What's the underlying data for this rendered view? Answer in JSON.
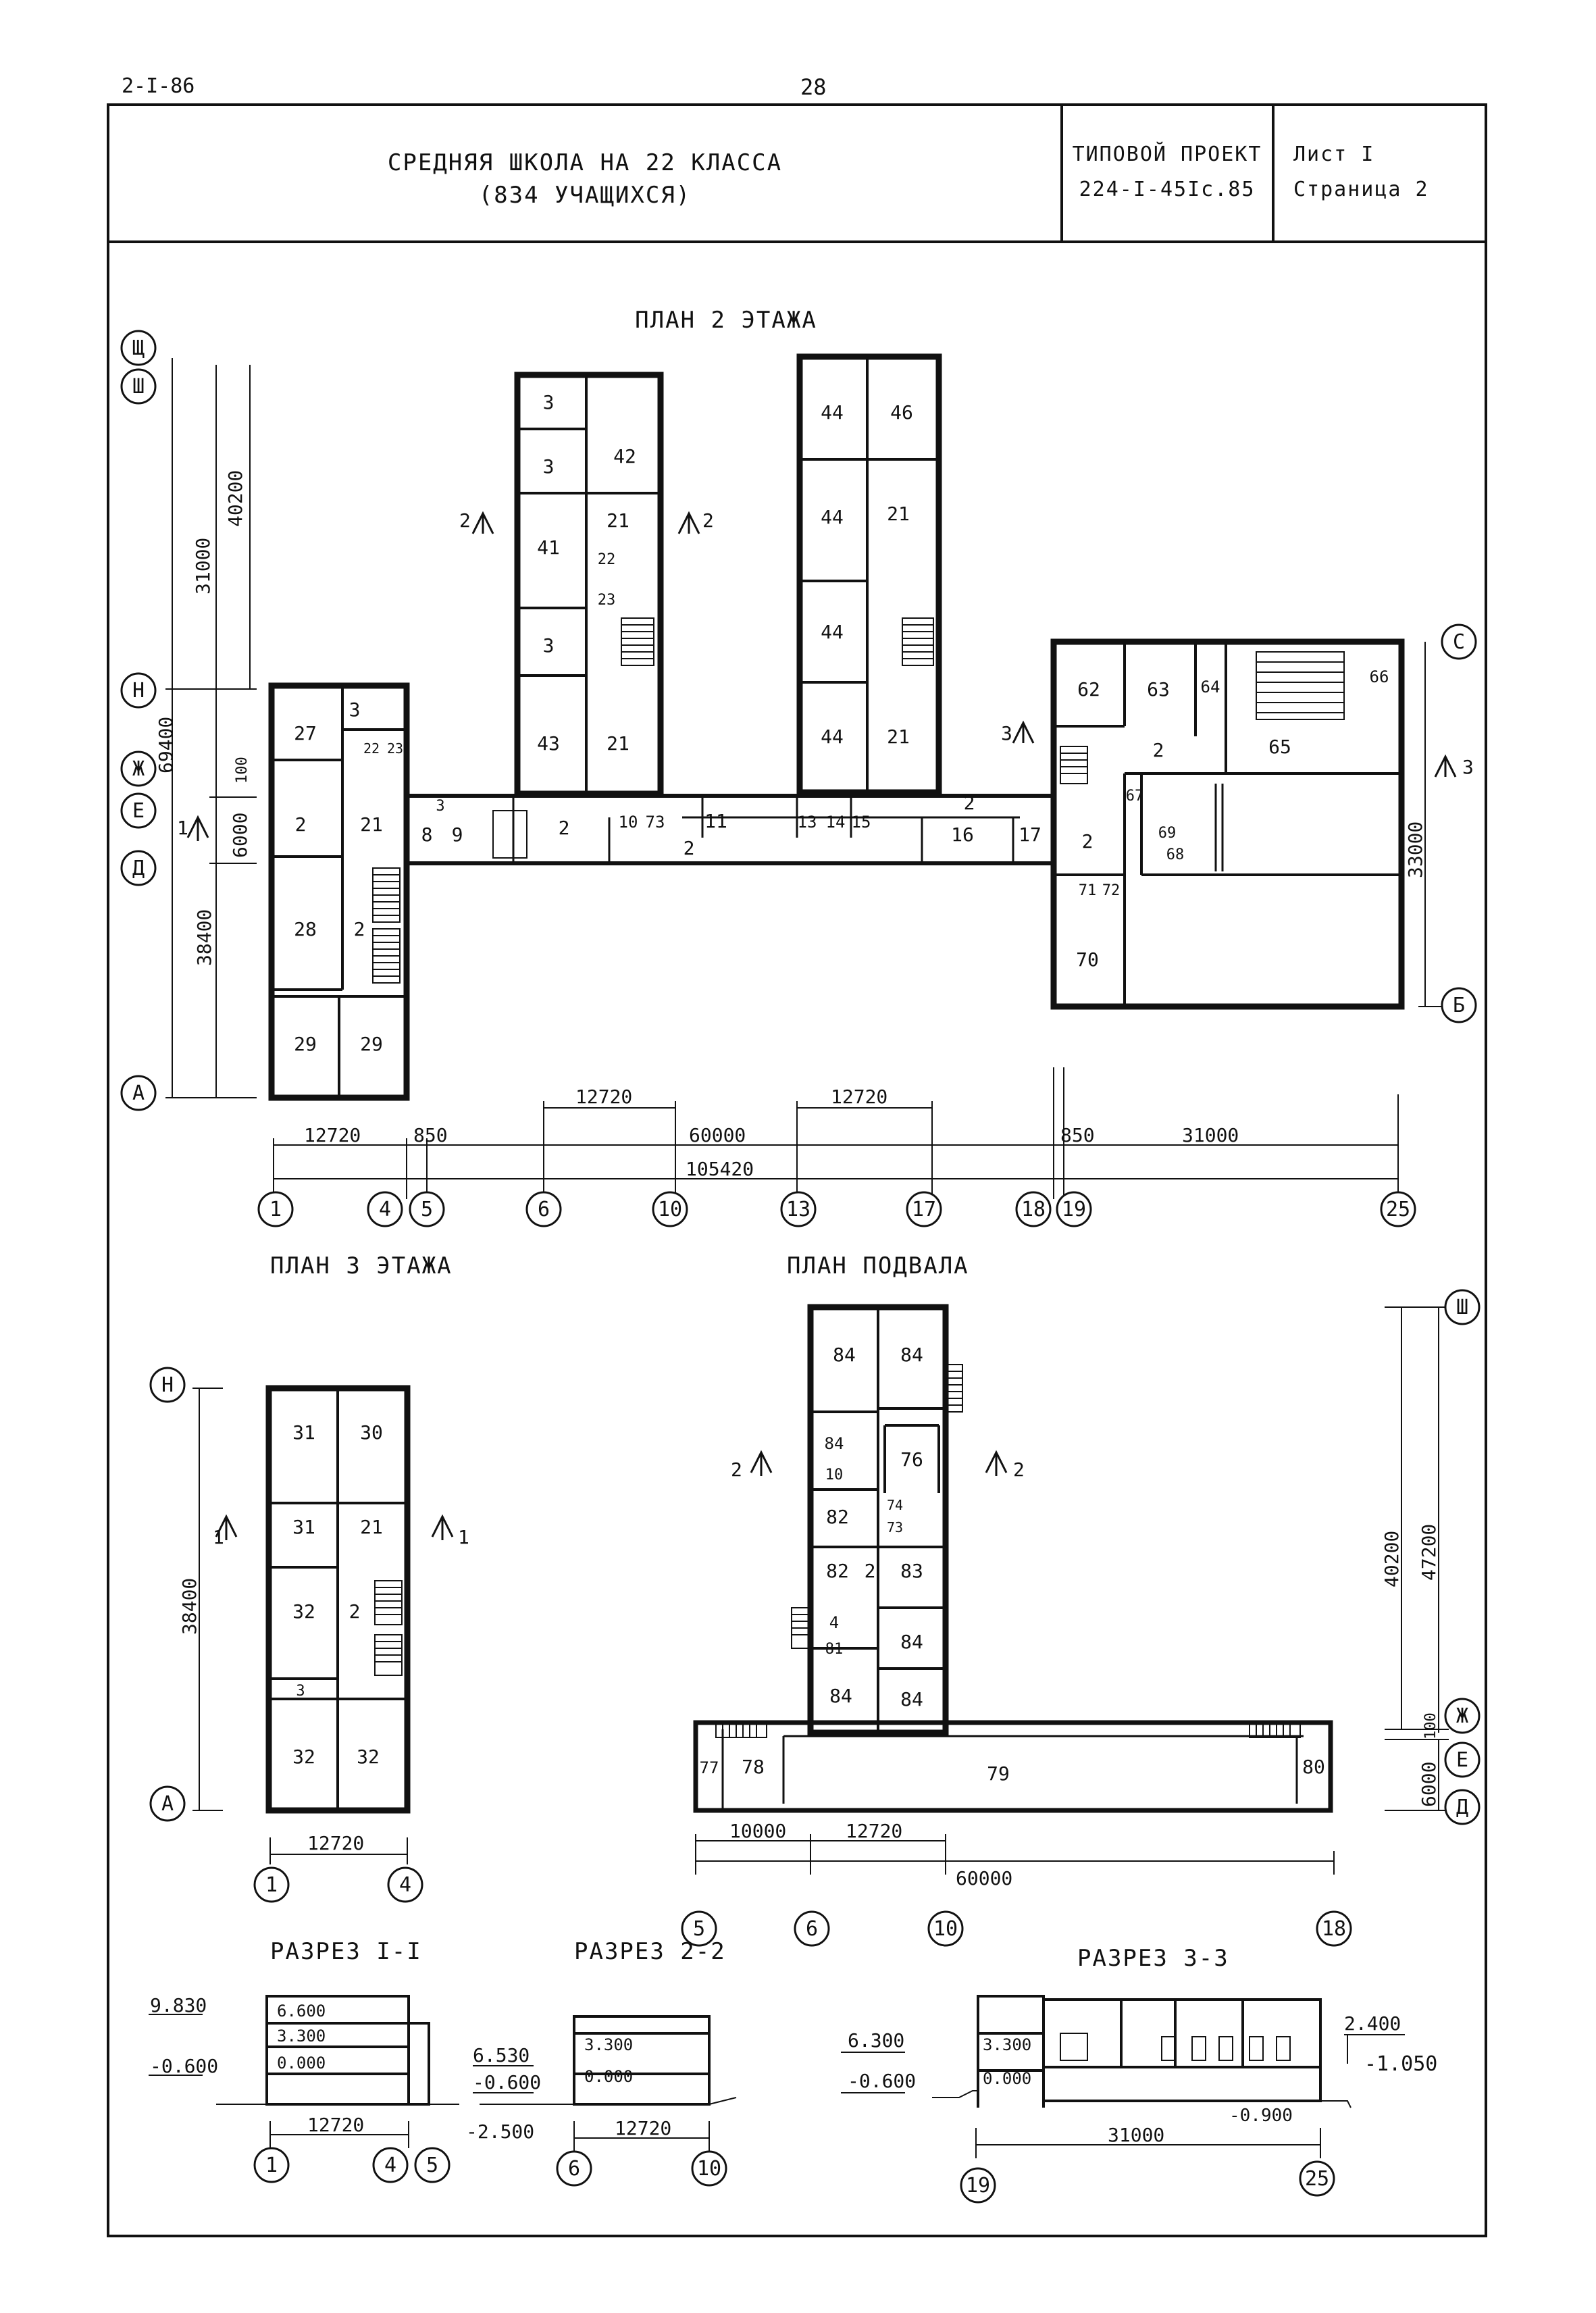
{
  "header": {
    "doc_code": "2-I-86",
    "page_number": "28",
    "title_line1": "СРЕДНЯЯ  ШКОЛА  НА  22  КЛАССА",
    "title_line2": "(834 УЧАЩИХСЯ)",
    "project_line1": "ТИПОВОЙ ПРОЕКТ",
    "project_line2": "224-I-45Iс.85",
    "sheet_line1": "Лист I",
    "sheet_line2": "Страница 2"
  },
  "plans": {
    "floor2": {
      "title": "ПЛАН  2  ЭТАЖА",
      "left_wing_rooms": [
        "27",
        "3",
        "22",
        "23",
        "2",
        "21",
        "28",
        "2",
        "29",
        "29"
      ],
      "wing_a_rooms": [
        "3",
        "3",
        "42",
        "41",
        "21",
        "22",
        "23",
        "3",
        "43",
        "21"
      ],
      "wing_b_rooms": [
        "44",
        "46",
        "44",
        "21",
        "44",
        "44",
        "21"
      ],
      "corridor_rooms": [
        "8",
        "9",
        "3",
        "2",
        "10",
        "73",
        "11",
        "2",
        "13",
        "14",
        "15",
        "16",
        "2",
        "17"
      ],
      "east_block_rooms": [
        "62",
        "63",
        "64",
        "66",
        "65",
        "2",
        "67",
        "69",
        "68",
        "2",
        "71",
        "72",
        "70"
      ],
      "cuts": [
        "2",
        "2",
        "1",
        "3",
        "3"
      ],
      "dims_vertical": [
        "31000",
        "40200",
        "69400",
        "100",
        "6000",
        "38400",
        "33000"
      ],
      "dims_horizontal": [
        "12720",
        "850",
        "12720",
        "60000",
        "12720",
        "850",
        "31000",
        "105420"
      ],
      "axes_horizontal": [
        "1",
        "4",
        "5",
        "6",
        "10",
        "13",
        "17",
        "18",
        "19",
        "25"
      ],
      "axes_vertical": [
        "Щ",
        "Ш",
        "Н",
        "Ж",
        "Е",
        "Д",
        "А",
        "С",
        "Б"
      ]
    },
    "floor3": {
      "title": "ПЛАН  3  ЭТАЖА",
      "rooms": [
        "31",
        "30",
        "31",
        "21",
        "32",
        "2",
        "3",
        "32",
        "32"
      ],
      "cuts": [
        "1",
        "1"
      ],
      "dims": [
        "38400",
        "12720"
      ],
      "axes": [
        "Н",
        "А",
        "1",
        "4"
      ]
    },
    "basement": {
      "title": "ПЛАН  ПОДВАЛА",
      "rooms": [
        "84",
        "84",
        "84",
        "10",
        "76",
        "82",
        "74",
        "73",
        "82",
        "2",
        "83",
        "4",
        "81",
        "84",
        "84",
        "84",
        "77",
        "78",
        "79",
        "80"
      ],
      "cuts": [
        "2",
        "2"
      ],
      "dims": [
        "10000",
        "12720",
        "60000",
        "40200",
        "47200",
        "100",
        "6000"
      ],
      "axes": [
        "5",
        "6",
        "10",
        "18",
        "Ш",
        "Ж",
        "Е",
        "Д"
      ]
    }
  },
  "sections": {
    "s11": {
      "title": "РАЗРЕЗ  I-I",
      "levels": [
        "9.830",
        "6.600",
        "3.300",
        "0.000",
        "-0.600"
      ],
      "dim": "12720",
      "axes": [
        "1",
        "4",
        "5"
      ]
    },
    "s22": {
      "title": "РАЗРЕЗ  2-2",
      "levels": [
        "6.530",
        "3.300",
        "0.000",
        "-0.600",
        "-2.500"
      ],
      "dim": "12720",
      "axes": [
        "6",
        "10"
      ]
    },
    "s33": {
      "title": "РАЗРЕЗ  3-3",
      "levels": [
        "6.300",
        "3.300",
        "0.000",
        "-0.600",
        "2.400",
        "-1.050",
        "-0.900"
      ],
      "dim": "31000",
      "axes": [
        "19",
        "25"
      ]
    }
  }
}
